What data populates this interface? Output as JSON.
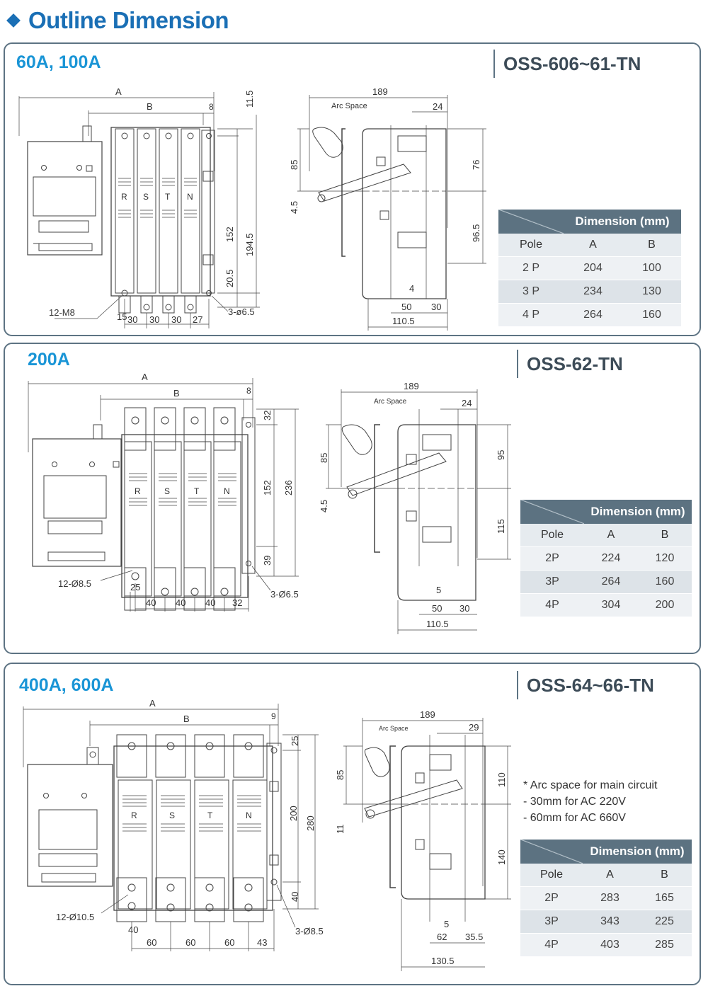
{
  "title": "Outline Dimension",
  "sections": [
    {
      "rating": "60A, 100A",
      "model": "OSS-606~61-TN",
      "front": {
        "dims": [
          "A",
          "B",
          "8",
          "11.5",
          "152",
          "194.5",
          "20.5",
          "12-M8",
          "15",
          "30",
          "30",
          "30",
          "27",
          "3-ø6.5"
        ],
        "poles": [
          "R",
          "S",
          "T",
          "N"
        ]
      },
      "side": {
        "dims": [
          "189",
          "Arc  Space",
          "24",
          "85",
          "4.5",
          "76",
          "96.5",
          "4",
          "50",
          "30",
          "110.5"
        ]
      },
      "table": {
        "header": "Dimension (mm)",
        "cols": [
          "Pole",
          "A",
          "B"
        ],
        "rows": [
          [
            "2 P",
            "204",
            "100"
          ],
          [
            "3 P",
            "234",
            "130"
          ],
          [
            "4 P",
            "264",
            "160"
          ]
        ]
      }
    },
    {
      "rating": "200A",
      "model": "OSS-62-TN",
      "front": {
        "dims": [
          "A",
          "B",
          "8",
          "32",
          "152",
          "236",
          "39",
          "12-Ø8.5",
          "25",
          "40",
          "40",
          "40",
          "32",
          "3-Ø6.5"
        ],
        "poles": [
          "R",
          "S",
          "T",
          "N"
        ]
      },
      "side": {
        "dims": [
          "189",
          "Arc Space",
          "24",
          "85",
          "4.5",
          "95",
          "115",
          "5",
          "50",
          "30",
          "110.5"
        ]
      },
      "table": {
        "header": "Dimension (mm)",
        "cols": [
          "Pole",
          "A",
          "B"
        ],
        "rows": [
          [
            "2P",
            "224",
            "120"
          ],
          [
            "3P",
            "264",
            "160"
          ],
          [
            "4P",
            "304",
            "200"
          ]
        ]
      }
    },
    {
      "rating": "400A, 600A",
      "model": "OSS-64~66-TN",
      "front": {
        "dims": [
          "A",
          "B",
          "9",
          "25",
          "200",
          "280",
          "40",
          "12-Ø10.5",
          "40",
          "60",
          "60",
          "60",
          "43",
          "3-Ø8.5"
        ],
        "poles": [
          "R",
          "S",
          "T",
          "N"
        ]
      },
      "side": {
        "dims": [
          "189",
          "Arc Space",
          "29",
          "85",
          "11",
          "110",
          "140",
          "5",
          "62",
          "35.5",
          "130.5"
        ]
      },
      "note": {
        "title": "* Arc space for main circuit",
        "lines": [
          "- 30mm for AC 220V",
          "- 60mm for AC 660V"
        ]
      },
      "table": {
        "header": "Dimension (mm)",
        "cols": [
          "Pole",
          "A",
          "B"
        ],
        "rows": [
          [
            "2P",
            "283",
            "165"
          ],
          [
            "3P",
            "343",
            "225"
          ],
          [
            "4P",
            "403",
            "285"
          ]
        ]
      }
    }
  ]
}
